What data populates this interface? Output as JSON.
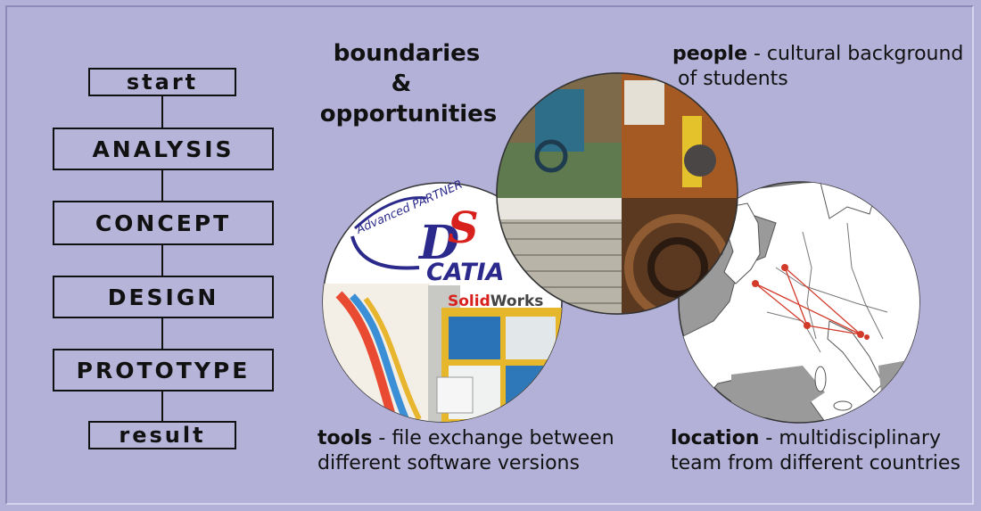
{
  "flow": {
    "steps": [
      "start",
      "ANALYSIS",
      "CONCEPT",
      "DESIGN",
      "PROTOTYPE",
      "result"
    ]
  },
  "heading": {
    "line1": "boundaries",
    "line2": "&",
    "line3": "opportunities"
  },
  "captions": {
    "people": {
      "bold": "people",
      "rest1": " - cultural background",
      "rest2": "of students"
    },
    "tools": {
      "bold": "tools",
      "rest1": " - file exchange between",
      "rest2": "different software versions"
    },
    "location": {
      "bold": "location",
      "rest1": " - multidisciplinary",
      "rest2": "team from different countries"
    }
  },
  "logos": {
    "partner": "Advanced PARTNER",
    "catia": "CATIA",
    "solidworks_a": "Solid",
    "solidworks_b": "Works"
  },
  "colors": {
    "background": "#b4b1d8",
    "catia_blue": "#2b2a8c",
    "catia_red": "#d8201c",
    "map_land": "#ffffff",
    "map_sea": "#9a9a9a",
    "route": "#d23a2a"
  }
}
